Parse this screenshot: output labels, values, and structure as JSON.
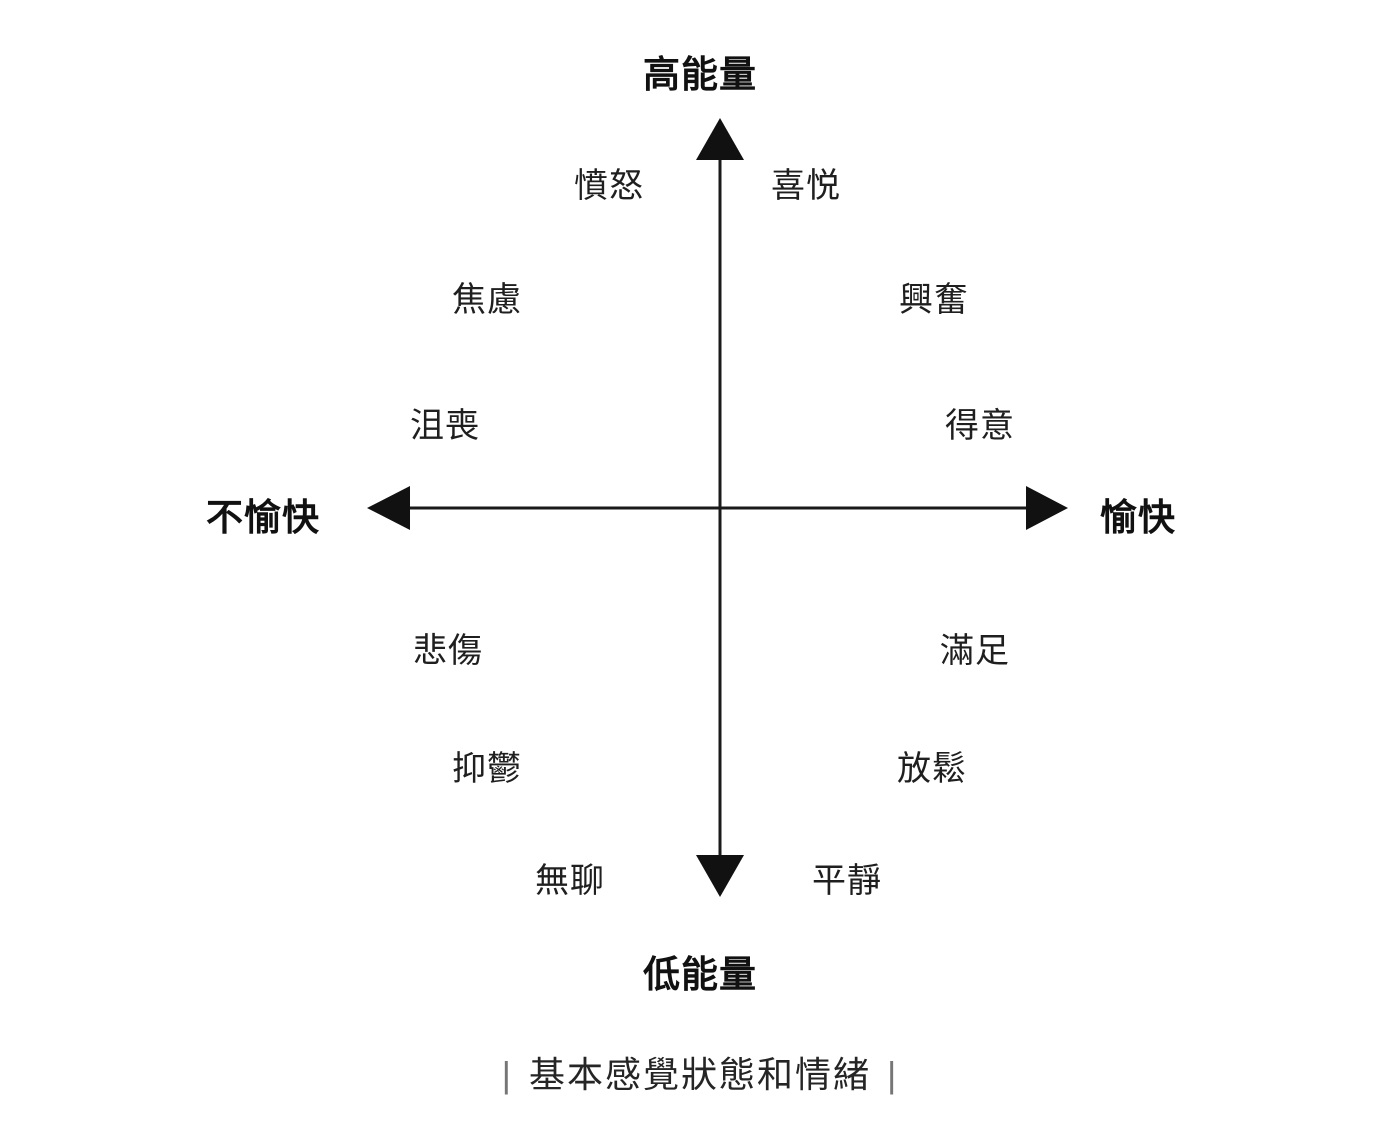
{
  "chart_data": {
    "type": "scatter",
    "title": "",
    "caption": "基本感覺狀態和情緒",
    "caption_bracket_left": "|",
    "caption_bracket_right": "|",
    "xlabel_left": "不愉快",
    "xlabel_right": "愉快",
    "ylabel_top": "高能量",
    "ylabel_bottom": "低能量",
    "xlim": [
      -1,
      1
    ],
    "ylim": [
      -1,
      1
    ],
    "grid": false,
    "legend": "none",
    "axis_color": "#1a1a1a",
    "text_color": "#1f1f1f",
    "background": "#ffffff",
    "points": [
      {
        "label": "憤怒",
        "quadrant": "high-energy-unpleasant",
        "x": -0.22,
        "y": 0.87
      },
      {
        "label": "焦慮",
        "quadrant": "high-energy-unpleasant",
        "x": -0.53,
        "y": 0.56
      },
      {
        "label": "沮喪",
        "quadrant": "high-energy-unpleasant",
        "x": -0.66,
        "y": 0.23
      },
      {
        "label": "喜悦",
        "quadrant": "high-energy-pleasant",
        "x": 0.25,
        "y": 0.87
      },
      {
        "label": "興奮",
        "quadrant": "high-energy-pleasant",
        "x": 0.6,
        "y": 0.56
      },
      {
        "label": "得意",
        "quadrant": "high-energy-pleasant",
        "x": 0.73,
        "y": 0.23
      },
      {
        "label": "悲傷",
        "quadrant": "low-energy-unpleasant",
        "x": -0.65,
        "y": -0.35
      },
      {
        "label": "抑鬱",
        "quadrant": "low-energy-unpleasant",
        "x": -0.55,
        "y": -0.67
      },
      {
        "label": "無聊",
        "quadrant": "low-energy-unpleasant",
        "x": -0.33,
        "y": -0.98
      },
      {
        "label": "滿足",
        "quadrant": "low-energy-pleasant",
        "x": 0.72,
        "y": -0.35
      },
      {
        "label": "放鬆",
        "quadrant": "low-energy-pleasant",
        "x": 0.59,
        "y": -0.67
      },
      {
        "label": "平靜",
        "quadrant": "low-energy-pleasant",
        "x": 0.37,
        "y": -0.98
      }
    ]
  },
  "axes": {
    "top": "高能量",
    "bottom": "低能量",
    "left": "不愉快",
    "right": "愉快"
  },
  "emotions": {
    "anger": "憤怒",
    "joy": "喜悦",
    "anxiety": "焦慮",
    "excitement": "興奮",
    "dejection": "沮喪",
    "elation": "得意",
    "sadness": "悲傷",
    "contentment": "滿足",
    "depression": "抑鬱",
    "relaxation": "放鬆",
    "boredom": "無聊",
    "calm": "平靜"
  },
  "caption": {
    "bracket_left": "|",
    "text": "基本感覺狀態和情緒",
    "bracket_right": "|"
  }
}
